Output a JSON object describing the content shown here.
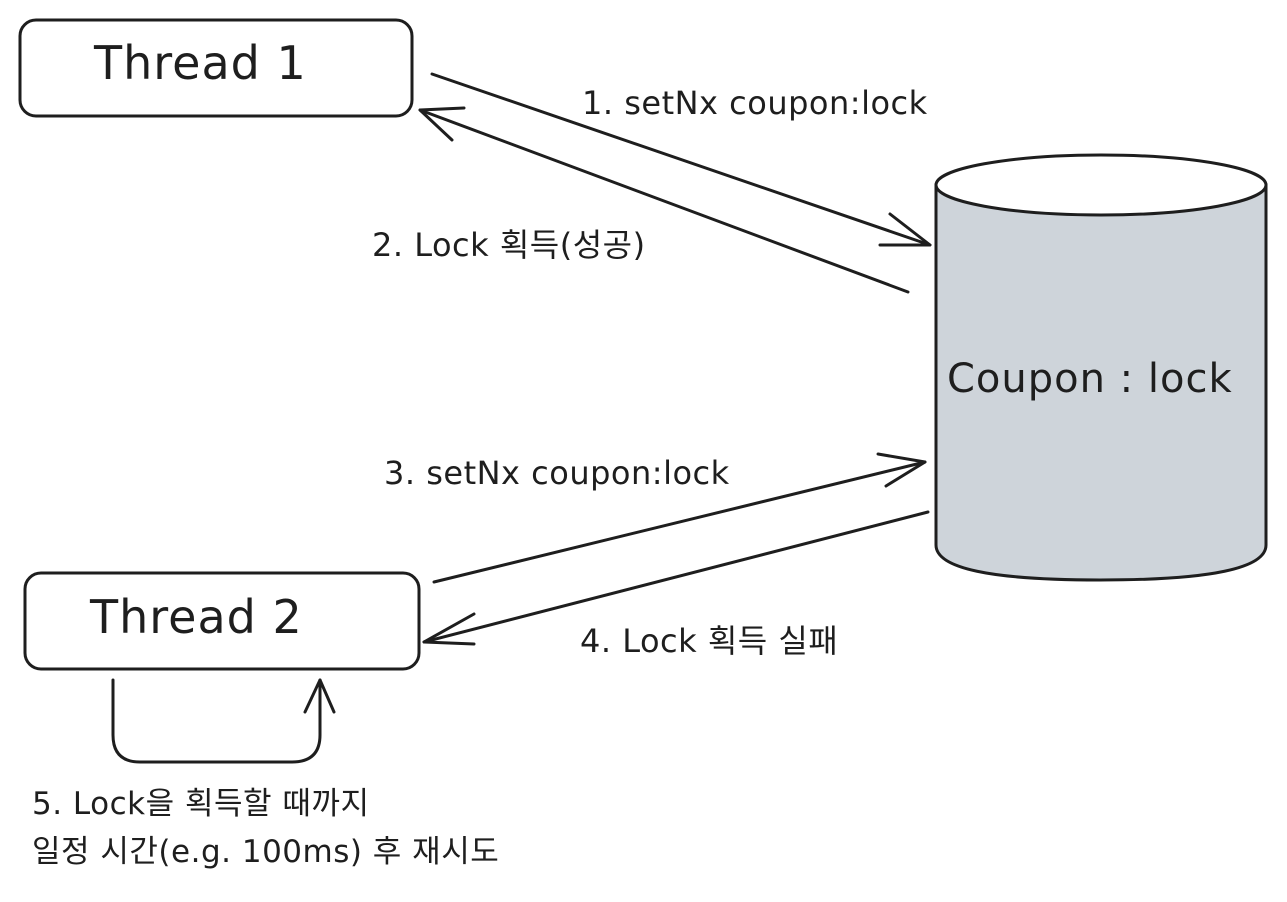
{
  "nodes": {
    "thread1": {
      "label": "Thread 1"
    },
    "thread2": {
      "label": "Thread 2"
    },
    "redis": {
      "label": "Coupon : lock",
      "fill": "#ced4da",
      "stroke": "#1e1e1e"
    }
  },
  "edges": {
    "step1": "1. setNx coupon:lock",
    "step2": "2. Lock 획득(성공)",
    "step3": "3. setNx coupon:lock",
    "step4": "4. Lock 획득 실패"
  },
  "note": {
    "line1": "5. Lock을 획득할 때까지",
    "line2": "일정 시간(e.g. 100ms) 후 재시도"
  },
  "colors": {
    "stroke": "#1e1e1e",
    "db_fill": "#ced4da",
    "background": "#ffffff"
  }
}
